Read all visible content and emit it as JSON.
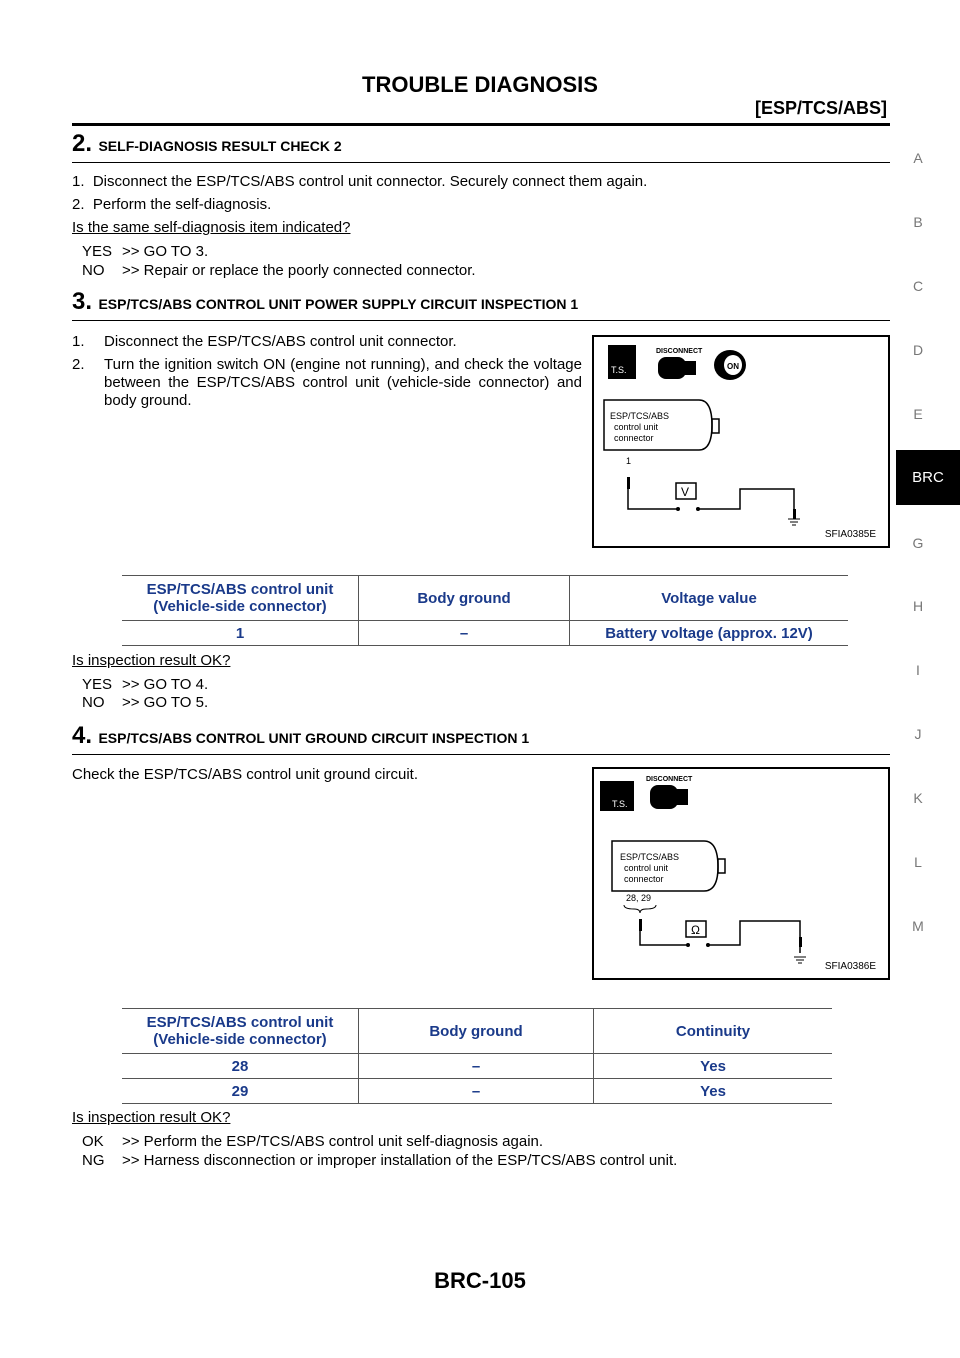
{
  "header": {
    "title": "TROUBLE DIAGNOSIS",
    "subtitle": "[ESP/TCS/ABS]"
  },
  "side_index": {
    "letters": [
      "A",
      "B",
      "C",
      "D",
      "E",
      "G",
      "H",
      "I",
      "J",
      "K",
      "L",
      "M"
    ],
    "active": "BRC"
  },
  "step2": {
    "num": "2.",
    "title": "SELF-DIAGNOSIS RESULT CHECK 2",
    "items": [
      "1.  Disconnect the ESP/TCS/ABS  control unit connector. Securely connect them again.",
      "2.  Perform the self-diagnosis."
    ],
    "question": "Is the same self-diagnosis item indicated?",
    "answers": [
      {
        "key": "YES",
        "text": ">> GO TO 3."
      },
      {
        "key": "NO",
        "text": ">> Repair or replace the poorly connected connector."
      }
    ]
  },
  "step3": {
    "num": "3.",
    "title": "ESP/TCS/ABS  CONTROL UNIT POWER SUPPLY CIRCUIT INSPECTION 1",
    "item1": "Disconnect the ESP/TCS/ABS  control unit connector.",
    "item2": "Turn the ignition switch ON (engine not running), and check the voltage between the ESP/TCS/ABS control unit (vehicle-side connector) and body ground.",
    "figure": {
      "code": "SFIA0385E",
      "disconnect": "DISCONNECT",
      "ts": "T.S.",
      "on": "ON",
      "unit_label": [
        "ESP/TCS/ABS",
        "control unit",
        "connector"
      ],
      "pin": "1",
      "meter": "V"
    },
    "table": {
      "headers": [
        "ESP/TCS/ABS  control unit\n(Vehicle-side connector)",
        "Body ground",
        "Voltage value"
      ],
      "rows": [
        [
          "1",
          "–",
          "Battery voltage (approx. 12V)"
        ]
      ]
    },
    "question": "Is inspection result OK?",
    "answers": [
      {
        "key": "YES",
        "text": ">> GO TO 4."
      },
      {
        "key": "NO",
        "text": ">> GO TO 5."
      }
    ]
  },
  "step4": {
    "num": "4.",
    "title": "ESP/TCS/ABS  CONTROL UNIT GROUND CIRCUIT INSPECTION 1",
    "text": "Check the ESP/TCS/ABS  control unit ground circuit.",
    "figure": {
      "code": "SFIA0386E",
      "disconnect": "DISCONNECT",
      "ts": "T.S.",
      "unit_label": [
        "ESP/TCS/ABS",
        "control unit",
        "connector"
      ],
      "pin": "28, 29",
      "meter": "Ω"
    },
    "table": {
      "headers": [
        "ESP/TCS/ABS  control unit\n(Vehicle-side connector)",
        "Body ground",
        "Continuity"
      ],
      "rows": [
        [
          "28",
          "–",
          "Yes"
        ],
        [
          "29",
          "–",
          "Yes"
        ]
      ]
    },
    "question": "Is inspection result OK?",
    "answers": [
      {
        "key": "OK",
        "text": ">> Perform the ESP/TCS/ABS  control unit self-diagnosis again."
      },
      {
        "key": "NG",
        "text": ">> Harness disconnection or improper installation of the ESP/TCS/ABS control unit."
      }
    ]
  },
  "footer": {
    "page": "BRC-105"
  }
}
